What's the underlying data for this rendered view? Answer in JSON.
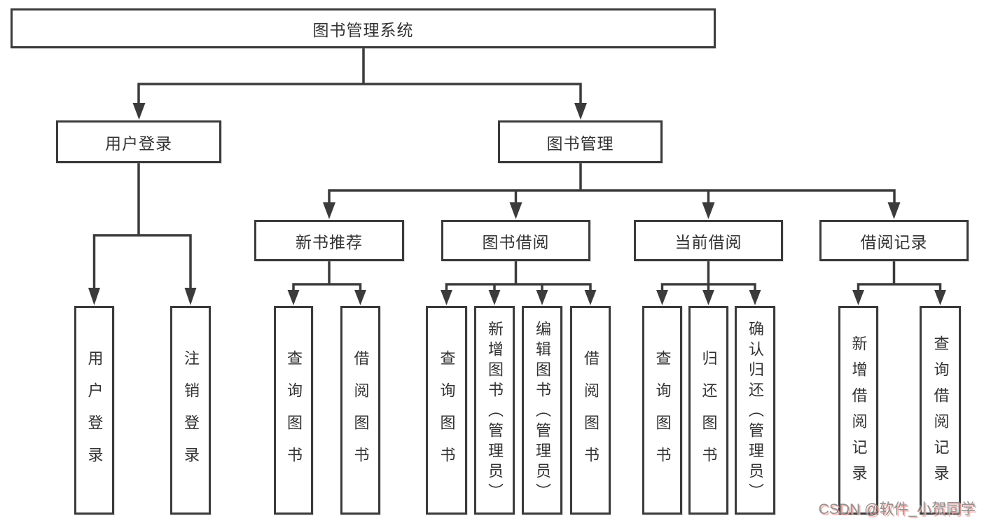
{
  "tree": {
    "root": {
      "label": "图书管理系统"
    },
    "level2": [
      {
        "label": "用户登录",
        "children": [
          {
            "label": "用户登录"
          },
          {
            "label": "注销登录"
          }
        ]
      },
      {
        "label": "图书管理",
        "children": [
          {
            "label": "新书推荐",
            "children": [
              {
                "label": "查询图书"
              },
              {
                "label": "借阅图书"
              }
            ]
          },
          {
            "label": "图书借阅",
            "children": [
              {
                "label": "查询图书"
              },
              {
                "label": "新增图书（管理员）"
              },
              {
                "label": "编辑图书（管理员）"
              },
              {
                "label": "借阅图书"
              }
            ]
          },
          {
            "label": "当前借阅",
            "children": [
              {
                "label": "查询图书"
              },
              {
                "label": "归还图书"
              },
              {
                "label": "确认归还（管理员）"
              }
            ]
          },
          {
            "label": "借阅记录",
            "children": [
              {
                "label": "新增借阅记录"
              },
              {
                "label": "查询借阅记录"
              }
            ]
          }
        ]
      }
    ]
  },
  "watermark": {
    "text": "CSDN @软件_小贺同学"
  },
  "colors": {
    "background": "#ffffff",
    "line": "#3b3b3b",
    "box_border": "#3b3b3b",
    "text": "#333333",
    "watermark_text": "#919191",
    "watermark_shadow": "#f2aba7"
  }
}
